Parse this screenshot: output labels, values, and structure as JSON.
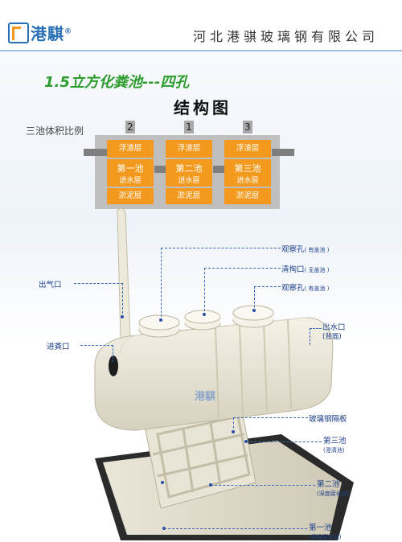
{
  "header": {
    "logo_text": "港騏",
    "logo_mark": "®",
    "company": "河北港骐玻璃钢有限公司"
  },
  "product": {
    "subtitle": "1.5立方化粪池---四孔",
    "title": "结构图"
  },
  "diagram": {
    "ratio_label": "三池体积比例",
    "numbers": [
      "2",
      "1",
      "3"
    ],
    "chambers": [
      {
        "top": "浮渣层",
        "name": "第一池",
        "mid": "进水层",
        "bottom": "淤泥层"
      },
      {
        "top": "浮渣层",
        "name": "第二池",
        "mid": "进水层",
        "bottom": "淤泥层"
      },
      {
        "top": "浮渣层",
        "name": "第三池",
        "mid": "进水层",
        "bottom": "淤泥层"
      }
    ]
  },
  "callouts": {
    "obs1": {
      "main": "观察孔",
      "note": "( 有盖池 )"
    },
    "clean": {
      "main": "清掏口",
      "note": "( 无盖池 )"
    },
    "obs2": {
      "main": "观察孔",
      "note": "( 有盖池 )"
    },
    "air": {
      "main": "出气口"
    },
    "inlet": {
      "main": "进粪口"
    },
    "outlet": {
      "main": "出水口",
      "note": "(背面)"
    },
    "partition": {
      "main": "玻璃钢隔板"
    },
    "third": {
      "main": "第三池",
      "note": "(澄清池)"
    },
    "second": {
      "main": "第二池",
      "note": "(深度腐化池)"
    },
    "first": {
      "main": "第一池",
      "note": "(初级腐化池)"
    }
  },
  "product_logo": "港騏",
  "colors": {
    "brand_blue": "#2a6fb5",
    "orange": "#f39a1e",
    "green": "#2e9b2e"
  }
}
